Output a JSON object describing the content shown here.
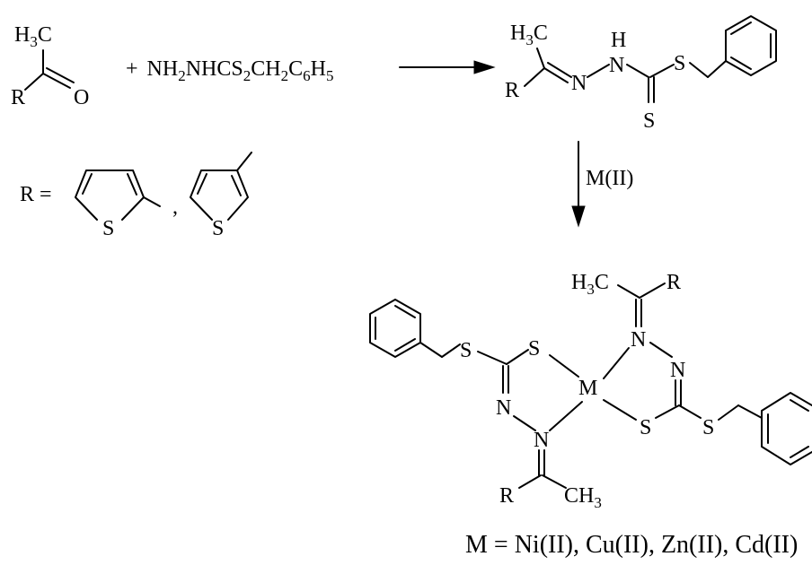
{
  "reactant1": {
    "methyl": "H",
    "methyl_sub": "3",
    "methyl_tail": "C",
    "r_group": "R",
    "oxygen": "O"
  },
  "reagent": {
    "plus": "+",
    "part1": "NH",
    "sub1": "2",
    "part2": "NHCS",
    "sub2": "2",
    "part3": "CH",
    "sub3": "2",
    "part4": "C",
    "sub4": "6",
    "part5": "H",
    "sub5": "5"
  },
  "r_definition": {
    "label": "R =",
    "sulfur_1": "S",
    "comma": ",",
    "sulfur_2": "S"
  },
  "ligand": {
    "methyl": "H",
    "methyl_sub": "3",
    "methyl_tail": "C",
    "r_group": "R",
    "nitrogen": "N",
    "nh_h": "H",
    "nh_n": "N",
    "sulfur_thione": "S",
    "sulfur_thioether": "S"
  },
  "reaction_condition": "M(II)",
  "complex": {
    "metal": "M",
    "top_methyl": "H",
    "top_methyl_sub": "3",
    "top_methyl_tail": "C",
    "top_r": "R",
    "top_n1": "N",
    "top_n2": "N",
    "right_s_ring": "S",
    "right_s_chain": "S",
    "left_s_ring": "S",
    "left_s_chain": "S",
    "left_n1": "N",
    "left_n2": "N",
    "bottom_r": "R",
    "bottom_methyl": "CH",
    "bottom_methyl_sub": "3"
  },
  "metal_definition": "M = Ni(II), Cu(II), Zn(II), Cd(II)"
}
